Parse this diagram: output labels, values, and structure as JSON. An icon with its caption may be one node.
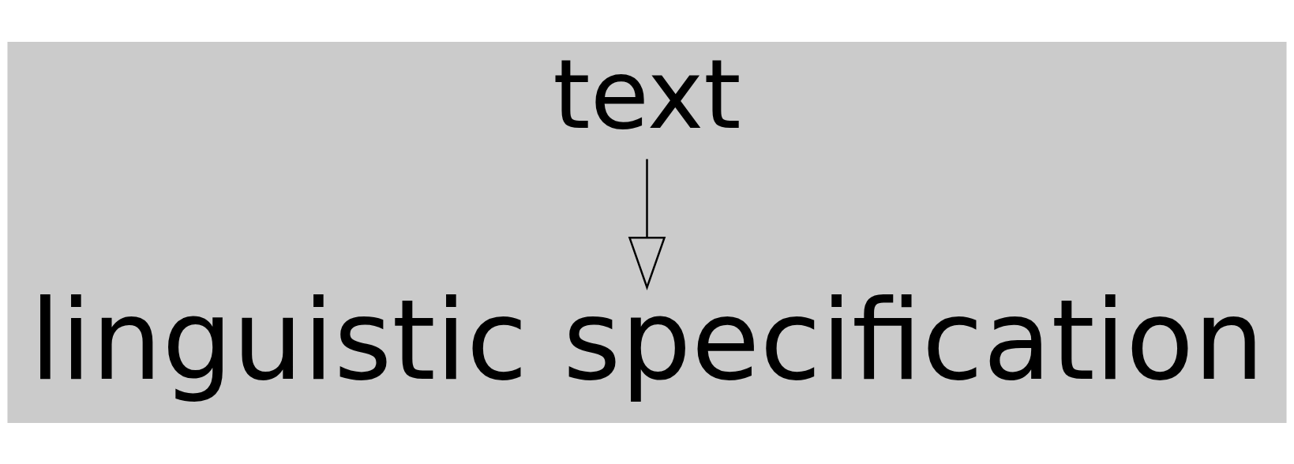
{
  "diagram": {
    "nodes": [
      {
        "text": [
          "text"
        ]
      },
      {
        "text": [
          "linguistic specification"
        ]
      }
    ],
    "edges": [
      {
        "from": 0,
        "to": 1,
        "arrow": "to"
      }
    ]
  }
}
